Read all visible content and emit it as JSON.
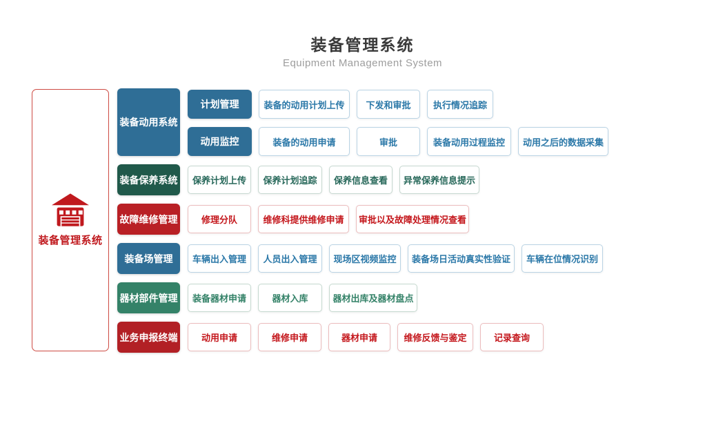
{
  "header": {
    "title": "装备管理系统",
    "subtitle": "Equipment Management System"
  },
  "root": {
    "label": "装备管理系统",
    "icon": "garage-icon"
  },
  "palette": {
    "blue": {
      "fill": "#2f6e96",
      "text": "#2b78a8",
      "border": "#b9d3e4"
    },
    "darkGreen": {
      "fill": "#20594a",
      "text": "#27685a",
      "border": "#c6d8d0"
    },
    "red": {
      "fill": "#b92025",
      "text": "#c4171c",
      "border": "#ecbcbd"
    },
    "green": {
      "fill": "#348268",
      "text": "#348268",
      "border": "#c5d9cf"
    },
    "darkRed": {
      "fill": "#b22025",
      "text": "#c4171c",
      "border": "#ecbcbd"
    }
  },
  "sidebar_border_color": "#cd4a42",
  "sidebar_accent_color": "#c0191e",
  "sections": [
    {
      "id": "mobilization",
      "label": "装备动用系统",
      "color": "blue",
      "subgroups": [
        {
          "label": "计划管理",
          "items": [
            "装备的动用计划上传",
            "下发和审批",
            "执行情况追踪"
          ]
        },
        {
          "label": "动用监控",
          "items": [
            "装备的动用申请",
            "审批",
            "装备动用过程监控",
            "动用之后的数据采集"
          ]
        }
      ]
    },
    {
      "id": "maintenance",
      "label": "装备保养系统",
      "color": "darkGreen",
      "items": [
        "保养计划上传",
        "保养计划追踪",
        "保养信息查看",
        "异常保养信息提示"
      ]
    },
    {
      "id": "repair",
      "label": "故障维修管理",
      "color": "red",
      "items": [
        "修理分队",
        "维修科提供维修申请",
        "审批以及故障处理情况查看"
      ]
    },
    {
      "id": "depot",
      "label": "装备场管理",
      "color": "blue",
      "items": [
        "车辆出入管理",
        "人员出入管理",
        "现场区视频监控",
        "装备场日活动真实性验证",
        "车辆在位情况识别"
      ]
    },
    {
      "id": "materiel",
      "label": "器材部件管理",
      "color": "green",
      "items": [
        "装备器材申请",
        "器材入库",
        "器材出库及器材盘点"
      ]
    },
    {
      "id": "reporting",
      "label": "业务申报终端",
      "color": "darkRed",
      "items": [
        "动用申请",
        "维修申请",
        "器材申请",
        "维修反馈与鉴定",
        "记录查询"
      ]
    }
  ]
}
